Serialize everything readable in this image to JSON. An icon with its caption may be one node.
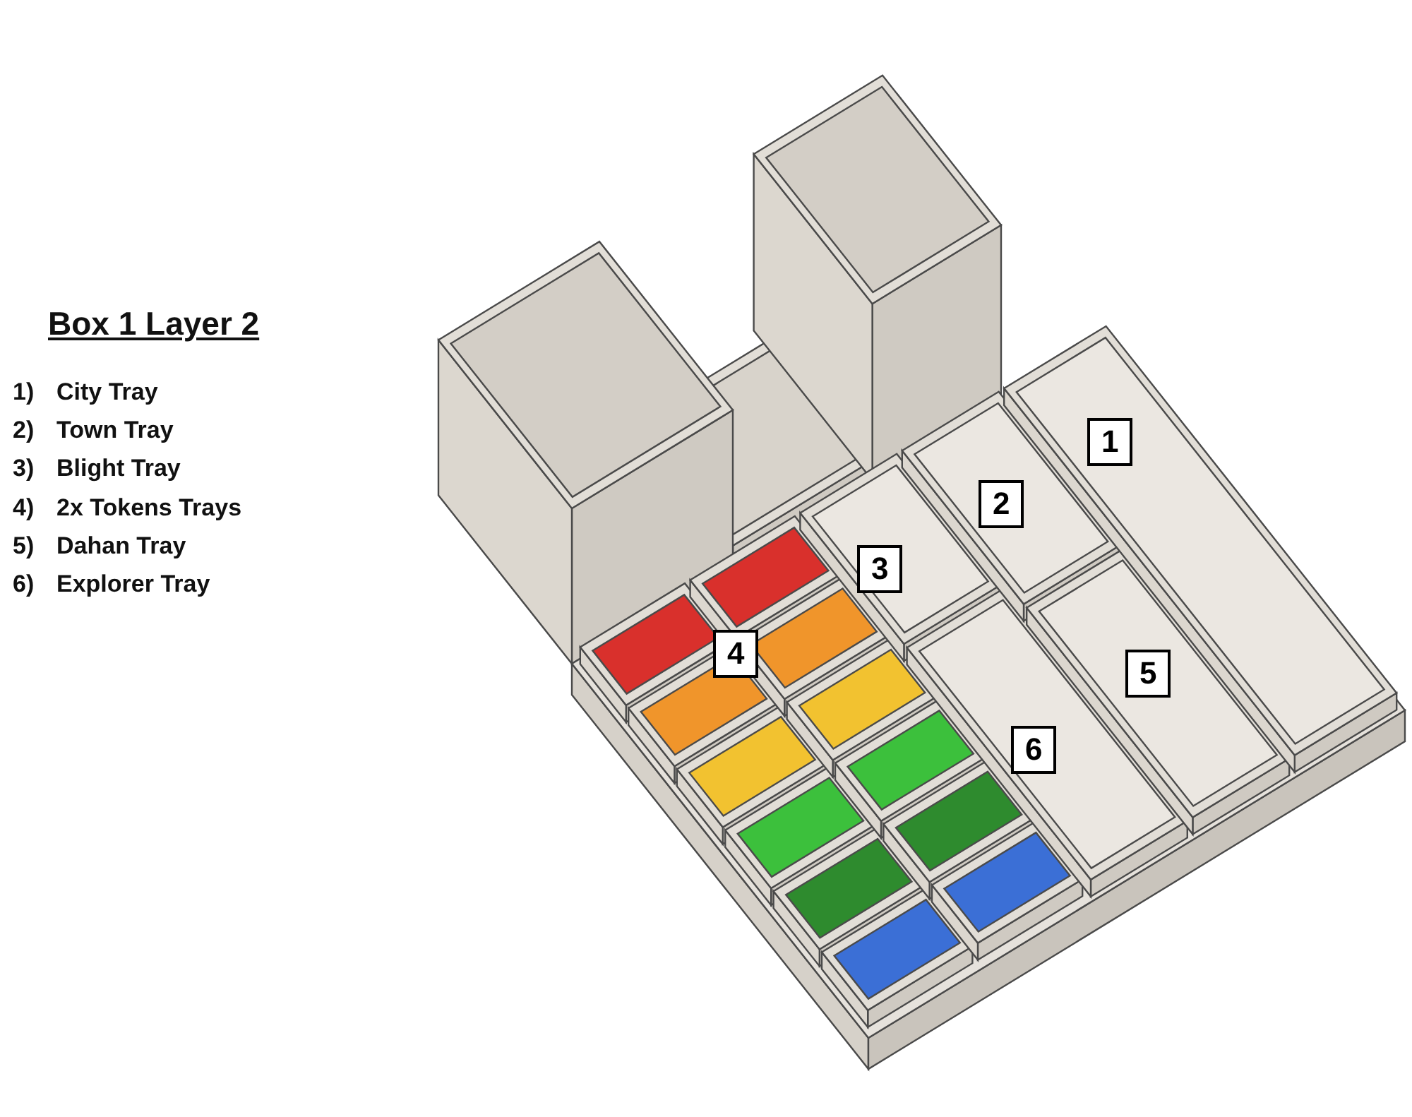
{
  "diagram": {
    "title": "Box 1 Layer 2",
    "labels": [
      "1)",
      "City Tray",
      "2)",
      "Town Tray",
      "3)",
      "Blight Tray",
      "4)",
      "2x Tokens Trays",
      "5)",
      "Dahan Tray",
      "6)",
      "Explorer Tray",
      "1",
      "2",
      "3",
      "4",
      "6",
      "5"
    ]
  }
}
